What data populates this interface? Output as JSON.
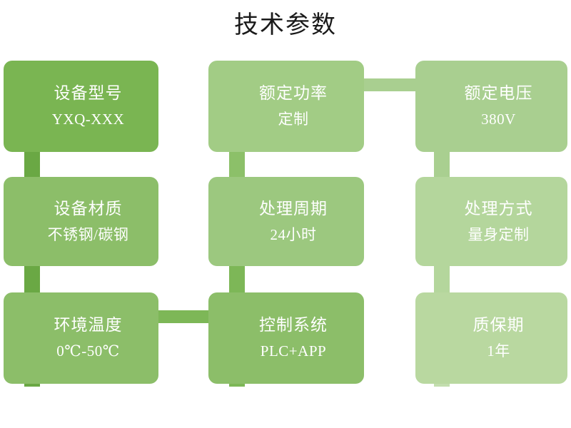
{
  "page": {
    "title": "技术参数",
    "background": "#ffffff",
    "text_color": "#ffffff"
  },
  "palette": {
    "green_dark": "#7AB552",
    "green_mid": "#8FC16B",
    "green_light": "#A6CE89",
    "green_lighter": "#B4D69C",
    "green_lightest": "#BDDCA6",
    "connector_dark": "#6AA844",
    "connector_mid": "#8CC069",
    "connector_light": "#A9CF90",
    "connector_lightest": "#C3DEAE"
  },
  "cards": [
    {
      "id": "card-device-model",
      "label": "设备型号",
      "value": "YXQ-XXX",
      "color": "#7AB552",
      "stub": "#6AA844",
      "row": 1,
      "col": 1
    },
    {
      "id": "card-rated-power",
      "label": "额定功率",
      "value": "定制",
      "color": "#A2CC85",
      "stub": "#8CC069",
      "row": 1,
      "col": 2
    },
    {
      "id": "card-rated-voltage",
      "label": "额定电压",
      "value": "380V",
      "color": "#A9CF90",
      "stub": "#8CC069",
      "row": 1,
      "col": 3
    },
    {
      "id": "card-device-material",
      "label": "设备材质",
      "value": "不锈钢/碳钢",
      "color": "#8CBE69",
      "stub": "#6AA844",
      "row": 2,
      "col": 1
    },
    {
      "id": "card-process-cycle",
      "label": "处理周期",
      "value": "24小时",
      "color": "#9CC87F",
      "stub": "#7DB757",
      "row": 2,
      "col": 2
    },
    {
      "id": "card-process-method",
      "label": "处理方式",
      "value": "量身定制",
      "color": "#B4D69C",
      "stub": "#8FC16B",
      "row": 2,
      "col": 3
    },
    {
      "id": "card-ambient-temp",
      "label": "环境温度",
      "value": "0℃-50℃",
      "color": "#8CBE69",
      "stub": "#6AA844",
      "row": 3,
      "col": 1
    },
    {
      "id": "card-control-system",
      "label": "控制系统",
      "value": "PLC+APP",
      "color": "#8CBE69",
      "stub": "#6AA844",
      "row": 3,
      "col": 2
    },
    {
      "id": "card-warranty",
      "label": "质保期",
      "value": "1年",
      "color": "#B9D8A0",
      "stub": "#A9CF90",
      "row": 3,
      "col": 3
    }
  ],
  "connectors": [
    {
      "id": "conn-col1-row1-row2",
      "orientation": "vertical",
      "color": "#6AA844"
    },
    {
      "id": "conn-col1-row2-row3",
      "orientation": "vertical",
      "color": "#6AA844"
    },
    {
      "id": "conn-col2-row1-row2",
      "orientation": "vertical",
      "color": "#8CC069"
    },
    {
      "id": "conn-col2-row2-row3",
      "orientation": "vertical",
      "color": "#7DB757"
    },
    {
      "id": "conn-col3-row1-row2",
      "orientation": "vertical",
      "color": "#A9CF90"
    },
    {
      "id": "conn-col3-row2-row3",
      "orientation": "vertical",
      "color": "#B4D69C"
    },
    {
      "id": "conn-row1-col2-col3",
      "orientation": "horizontal",
      "color": "#A9CF90"
    },
    {
      "id": "conn-row3-col1-col2",
      "orientation": "horizontal",
      "color": "#7DB757"
    }
  ]
}
